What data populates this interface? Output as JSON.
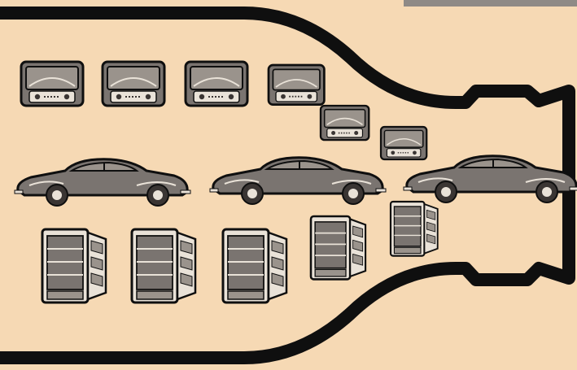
{
  "illustration": {
    "palette": {
      "paper": "#f6d9b4",
      "ink": "#0f0f0f",
      "body_fill": "#7a7470",
      "light": "#e9e2d8",
      "mid": "#9a938c",
      "dark": "#3a3533"
    },
    "groups": {
      "radios": {
        "count": 6,
        "icon": "radio-icon"
      },
      "cars": {
        "count": 3,
        "icon": "car-icon"
      },
      "refrigerators": {
        "count": 5,
        "icon": "refrigerator-icon"
      }
    },
    "funnel": {
      "icon": "funnel-outline"
    }
  }
}
